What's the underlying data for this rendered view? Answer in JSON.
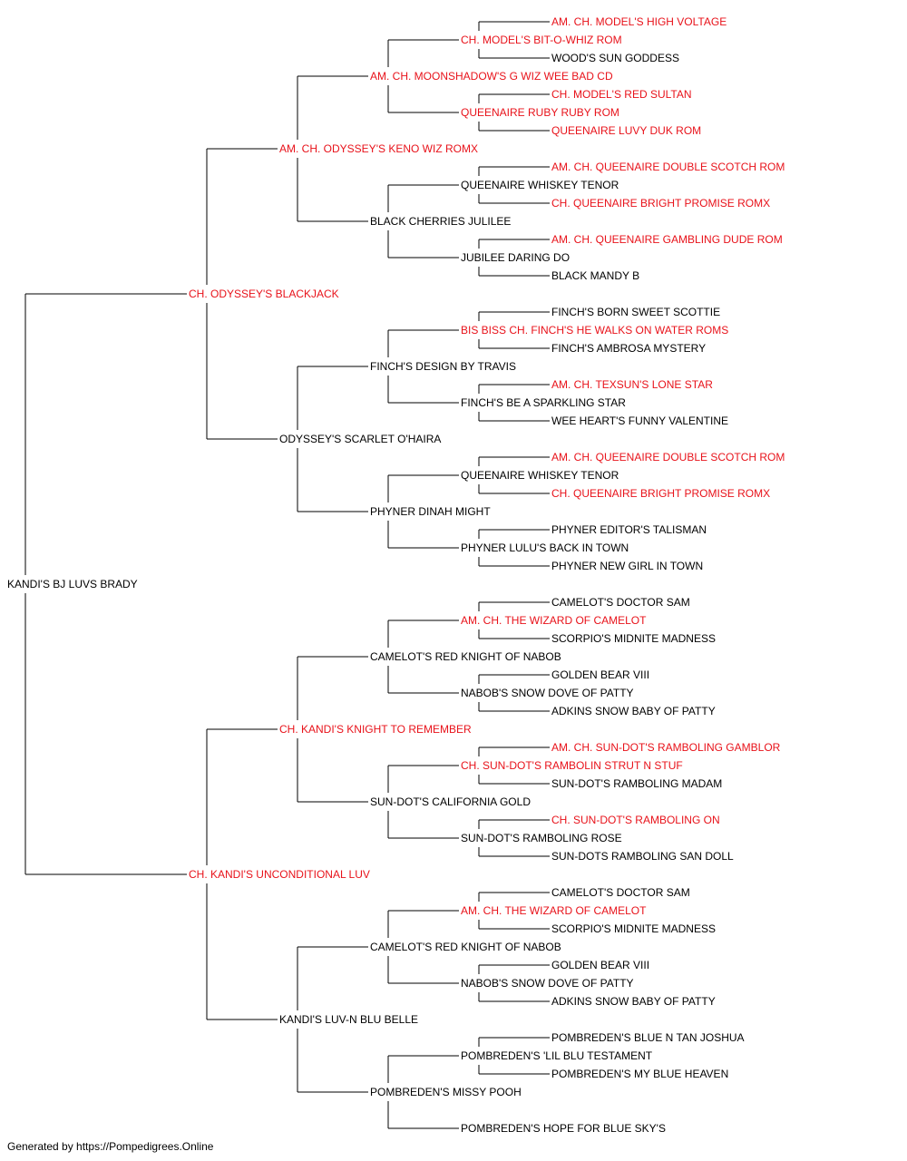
{
  "colors": {
    "champion": "#e8121a",
    "normal": "#000000",
    "line": "#000000"
  },
  "footer": "Generated by https://Pompedigrees.Online",
  "pedigree": {
    "name": "KANDI'S BJ LUVS BRADY",
    "champion": false,
    "sire": {
      "name": "CH. ODYSSEY'S BLACKJACK",
      "champion": true,
      "sire": {
        "name": "AM. CH. ODYSSEY'S KENO WIZ ROMX",
        "champion": true,
        "sire": {
          "name": "AM. CH. MOONSHADOW'S G WIZ WEE BAD CD",
          "champion": true,
          "sire": {
            "name": "CH. MODEL'S BIT-O-WHIZ ROM",
            "champion": true,
            "sire": {
              "name": "AM. CH. MODEL'S HIGH VOLTAGE",
              "champion": true
            },
            "dam": {
              "name": "WOOD'S SUN GODDESS",
              "champion": false
            }
          },
          "dam": {
            "name": "QUEENAIRE RUBY RUBY ROM",
            "champion": true,
            "sire": {
              "name": "CH. MODEL'S RED SULTAN",
              "champion": true
            },
            "dam": {
              "name": "QUEENAIRE LUVY DUK ROM",
              "champion": true
            }
          }
        },
        "dam": {
          "name": "BLACK CHERRIES JULILEE",
          "champion": false,
          "sire": {
            "name": "QUEENAIRE WHISKEY TENOR",
            "champion": false,
            "sire": {
              "name": "AM. CH. QUEENAIRE DOUBLE SCOTCH ROM",
              "champion": true
            },
            "dam": {
              "name": "CH. QUEENAIRE BRIGHT PROMISE ROMX",
              "champion": true
            }
          },
          "dam": {
            "name": "JUBILEE DARING DO",
            "champion": false,
            "sire": {
              "name": "AM. CH. QUEENAIRE GAMBLING DUDE ROM",
              "champion": true
            },
            "dam": {
              "name": "BLACK MANDY B",
              "champion": false
            }
          }
        }
      },
      "dam": {
        "name": "ODYSSEY'S SCARLET O'HAIRA",
        "champion": false,
        "sire": {
          "name": "FINCH'S DESIGN BY TRAVIS",
          "champion": false,
          "sire": {
            "name": "BIS BISS CH. FINCH'S HE WALKS ON WATER ROMS",
            "champion": true,
            "sire": {
              "name": "FINCH'S BORN SWEET SCOTTIE",
              "champion": false
            },
            "dam": {
              "name": "FINCH'S AMBROSA MYSTERY",
              "champion": false
            }
          },
          "dam": {
            "name": "FINCH'S BE A SPARKLING STAR",
            "champion": false,
            "sire": {
              "name": "AM. CH. TEXSUN'S LONE STAR",
              "champion": true
            },
            "dam": {
              "name": "WEE HEART'S FUNNY VALENTINE",
              "champion": false
            }
          }
        },
        "dam": {
          "name": "PHYNER DINAH MIGHT",
          "champion": false,
          "sire": {
            "name": "QUEENAIRE WHISKEY TENOR",
            "champion": false,
            "sire": {
              "name": "AM. CH. QUEENAIRE DOUBLE SCOTCH ROM",
              "champion": true
            },
            "dam": {
              "name": "CH. QUEENAIRE BRIGHT PROMISE ROMX",
              "champion": true
            }
          },
          "dam": {
            "name": "PHYNER LULU'S BACK IN TOWN",
            "champion": false,
            "sire": {
              "name": "PHYNER EDITOR'S TALISMAN",
              "champion": false
            },
            "dam": {
              "name": "PHYNER NEW GIRL IN TOWN",
              "champion": false
            }
          }
        }
      }
    },
    "dam": {
      "name": "CH. KANDI'S UNCONDITIONAL LUV",
      "champion": true,
      "sire": {
        "name": "CH. KANDI'S KNIGHT TO REMEMBER",
        "champion": true,
        "sire": {
          "name": "CAMELOT'S RED KNIGHT OF NABOB",
          "champion": false,
          "sire": {
            "name": "AM. CH. THE WIZARD OF CAMELOT",
            "champion": true,
            "sire": {
              "name": "CAMELOT'S DOCTOR SAM",
              "champion": false
            },
            "dam": {
              "name": "SCORPIO'S MIDNITE MADNESS",
              "champion": false
            }
          },
          "dam": {
            "name": "NABOB'S SNOW DOVE OF PATTY",
            "champion": false,
            "sire": {
              "name": "GOLDEN BEAR VIII",
              "champion": false
            },
            "dam": {
              "name": "ADKINS SNOW BABY OF PATTY",
              "champion": false
            }
          }
        },
        "dam": {
          "name": "SUN-DOT'S CALIFORNIA GOLD",
          "champion": false,
          "sire": {
            "name": "CH. SUN-DOT'S RAMBOLIN STRUT N STUF",
            "champion": true,
            "sire": {
              "name": "AM. CH. SUN-DOT'S RAMBOLING GAMBLOR",
              "champion": true
            },
            "dam": {
              "name": "SUN-DOT'S RAMBOLING MADAM",
              "champion": false
            }
          },
          "dam": {
            "name": "SUN-DOT'S RAMBOLING ROSE",
            "champion": false,
            "sire": {
              "name": "CH. SUN-DOT'S RAMBOLING ON",
              "champion": true
            },
            "dam": {
              "name": "SUN-DOTS RAMBOLING SAN DOLL",
              "champion": false
            }
          }
        }
      },
      "dam": {
        "name": "KANDI'S LUV-N BLU BELLE",
        "champion": false,
        "sire": {
          "name": "CAMELOT'S RED KNIGHT OF NABOB",
          "champion": false,
          "sire": {
            "name": "AM. CH. THE WIZARD OF CAMELOT",
            "champion": true,
            "sire": {
              "name": "CAMELOT'S DOCTOR SAM",
              "champion": false
            },
            "dam": {
              "name": "SCORPIO'S MIDNITE MADNESS",
              "champion": false
            }
          },
          "dam": {
            "name": "NABOB'S SNOW DOVE OF PATTY",
            "champion": false,
            "sire": {
              "name": "GOLDEN BEAR VIII",
              "champion": false
            },
            "dam": {
              "name": "ADKINS SNOW BABY OF PATTY",
              "champion": false
            }
          }
        },
        "dam": {
          "name": "POMBREDEN'S MISSY POOH",
          "champion": false,
          "sire": {
            "name": "POMBREDEN'S 'LIL BLU TESTAMENT",
            "champion": false,
            "sire": {
              "name": "POMBREDEN'S BLUE N TAN JOSHUA",
              "champion": false
            },
            "dam": {
              "name": "POMBREDEN'S MY BLUE HEAVEN",
              "champion": false
            }
          },
          "dam": {
            "name": "POMBREDEN'S HOPE FOR BLUE SKY'S",
            "champion": false
          }
        }
      }
    }
  }
}
